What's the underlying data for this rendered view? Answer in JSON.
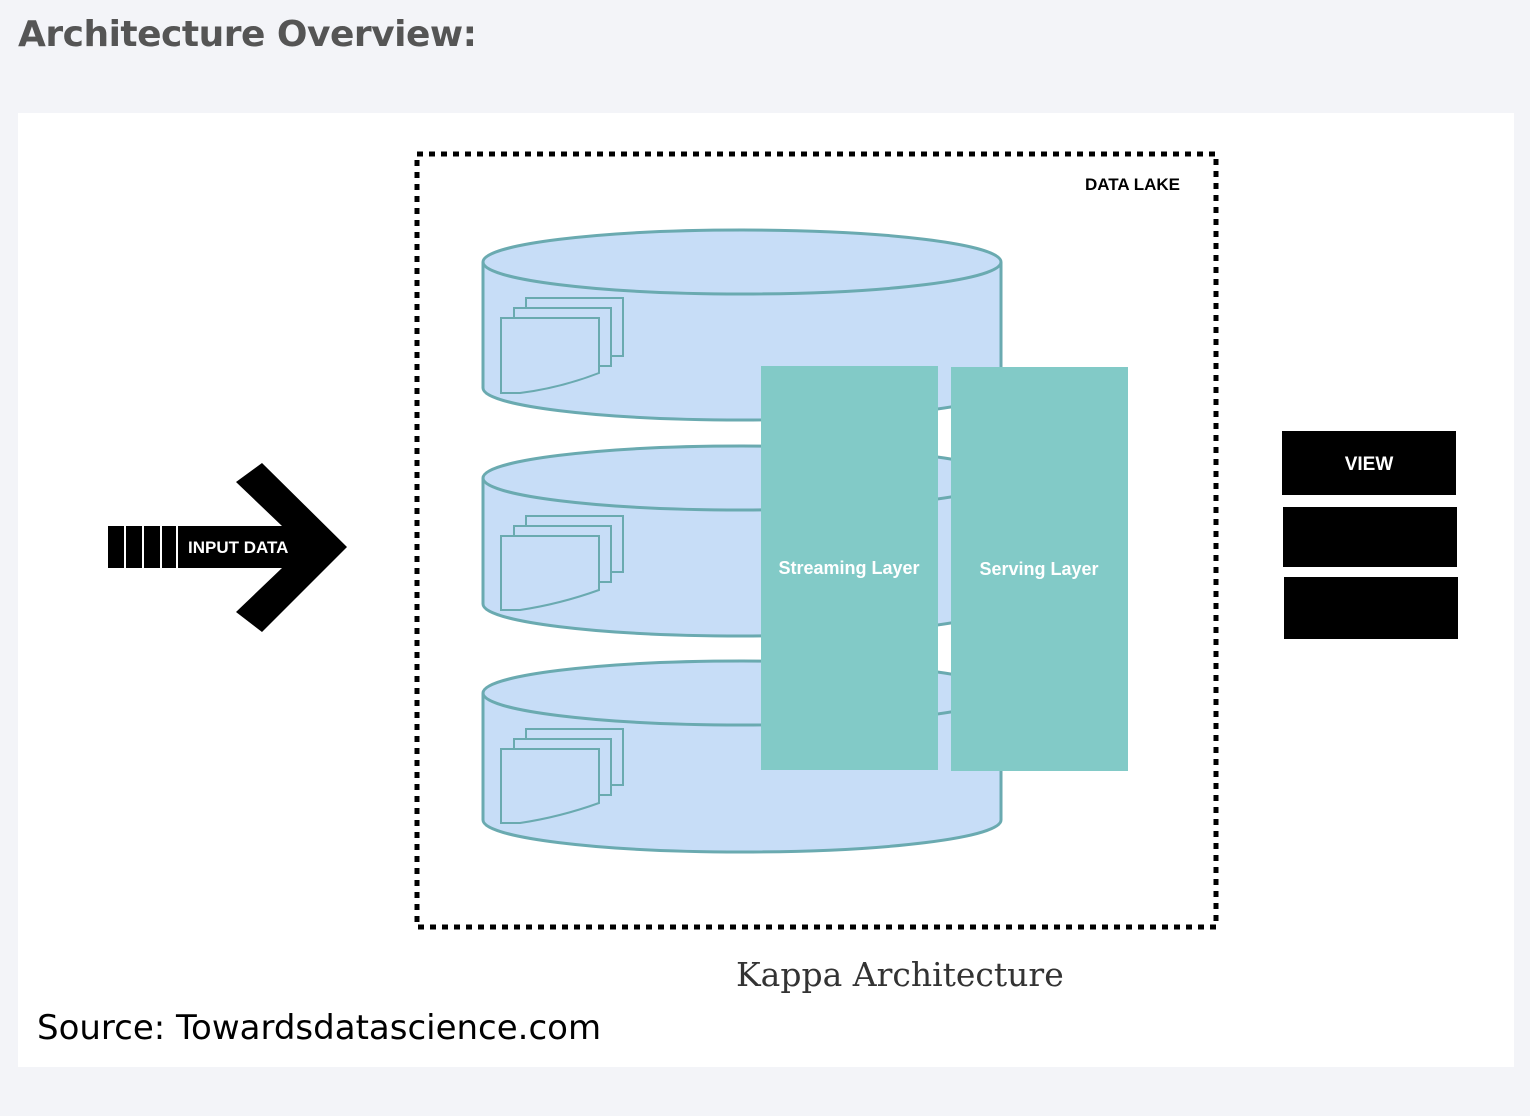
{
  "heading": "Architecture Overview:",
  "diagram": {
    "container_label": "DATA LAKE",
    "input_label": "INPUT DATA",
    "streaming_layer": "Streaming Layer",
    "serving_layer": "Serving Layer",
    "view_label": "VIEW",
    "caption": "Kappa Architecture",
    "colors": {
      "cylinder_fill": "#c7ddf7",
      "cylinder_stroke": "#6aaab0",
      "layer_fill": "#82cac7",
      "black": "#000000"
    }
  },
  "source": "Source: Towardsdatascience.com"
}
